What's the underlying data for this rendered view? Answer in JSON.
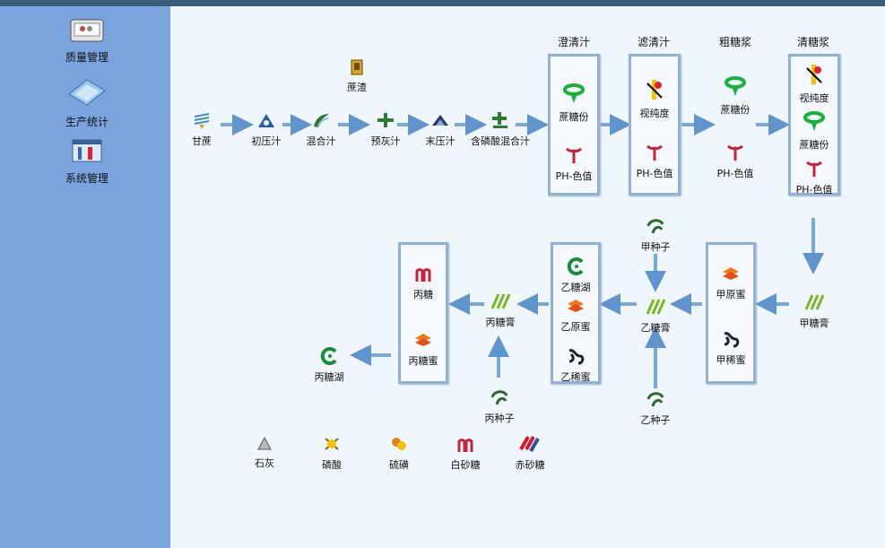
{
  "sidebar": {
    "items": [
      {
        "label": "质量管理",
        "icon": "quality-icon"
      },
      {
        "label": "生产统计",
        "icon": "stats-icon"
      },
      {
        "label": "系统管理",
        "icon": "system-icon"
      }
    ]
  },
  "flow": {
    "headers": [
      "澄清汁",
      "滤清汁",
      "粗糖浆",
      "清糖浆"
    ],
    "row1": [
      "甘蔗",
      "初压汁",
      "混合汁",
      "预灰汁",
      "末压汁",
      "含磷酸混合汁"
    ],
    "bagasse": "蔗渣",
    "box1": [
      "蔗糖份",
      "PH-色值"
    ],
    "box2": [
      "视纯度",
      "PH-色值"
    ],
    "col3": [
      "蔗糖份",
      "PH-色值"
    ],
    "box4": [
      "视纯度",
      "蔗糖份",
      "PH-色值"
    ],
    "a_massecuite": "甲糖膏",
    "box_a": [
      "甲原蜜",
      "甲稀蜜"
    ],
    "a_seed": "甲种子",
    "b_massecuite": "乙糖膏",
    "b_seed": "乙种子",
    "box_b": [
      "乙糖湖",
      "乙原蜜",
      "乙稀蜜"
    ],
    "c_massecuite": "丙糖膏",
    "c_seed": "丙种子",
    "box_c": [
      "丙糖",
      "丙糖蜜"
    ],
    "c_syrup": "丙糖湖"
  },
  "materials": [
    "石灰",
    "磷酸",
    "硫磺",
    "白砂糖",
    "赤砂糖"
  ],
  "colors": {
    "sidebar": "#7aa4dd",
    "main": "#f0f7fc",
    "arrow": "#7aa9d8",
    "box_border": "#8fb2d6"
  }
}
